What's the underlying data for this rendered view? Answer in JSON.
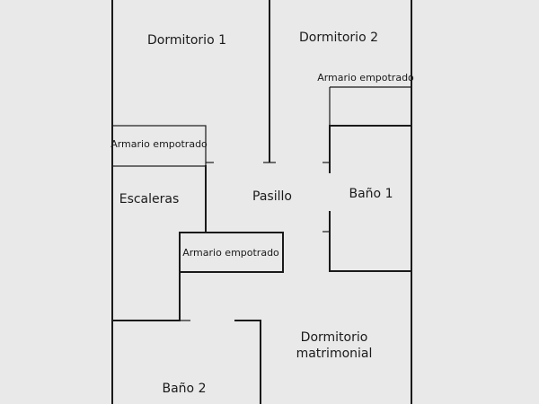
{
  "rooms": {
    "bedroom1": "Dormitorio 1",
    "bedroom2": "Dormitorio 2",
    "closet_top_right": "Armario empotrado",
    "closet_left": "Armario empotrado",
    "closet_center": "Armario empotrado",
    "stairs": "Escaleras",
    "hallway": "Pasillo",
    "bath1": "Baño 1",
    "master_line1": "Dormitorio",
    "master_line2": "matrimonial",
    "bath2": "Baño 2"
  },
  "colors": {
    "background": "#e9e9e9",
    "wall": "#1a1a1a"
  }
}
